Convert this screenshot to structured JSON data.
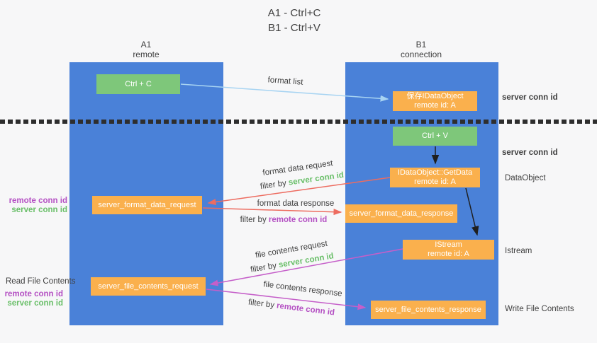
{
  "title": {
    "line1": "A1 - Ctrl+C",
    "line2": "B1 - Ctrl+V"
  },
  "lanes": {
    "left": {
      "name": "A1",
      "role": "remote"
    },
    "right": {
      "name": "B1",
      "role": "connection"
    }
  },
  "nodes": {
    "ctrl_c": "Ctrl + C",
    "ctrl_v": "Ctrl + V",
    "save_dataobject_l1": "保存IDataObject",
    "save_dataobject_l2": "remote id: A",
    "getdata_l1": "IDataObject::GetData",
    "getdata_l2": "remote id: A",
    "istream_l1": "IStream",
    "istream_l2": "remote id: A",
    "format_request": "server_format_data_request",
    "format_response": "server_format_data_response",
    "file_request": "server_file_contents_request",
    "file_response": "server_file_contents_response"
  },
  "arrow_labels": {
    "format_list": "format list",
    "format_data_request": "format data request",
    "format_data_response": "format data response",
    "file_contents_request": "file contents request",
    "file_contents_response": "file contents response",
    "filter_by": "filter by "
  },
  "terms": {
    "server_conn_id": "server conn id",
    "remote_conn_id": "remote conn id"
  },
  "side_labels": {
    "dataobject": "DataObject",
    "istream": "Istream",
    "read_file_contents": "Read File Contents",
    "write_file_contents": "Write File Contents"
  },
  "colors": {
    "lane_blue": "#4A81D8",
    "green_box": "#7EC77A",
    "orange_box": "#FAB04D",
    "arrow_blue": "#A8D4F2",
    "arrow_red": "#ED6C60",
    "arrow_magenta": "#C55FC9",
    "arrow_black": "#1f1f1f",
    "text_green": "#6ABF69",
    "text_purple": "#B450C3",
    "text_dark": "#3F3F3F",
    "background": "#F7F7F8"
  }
}
